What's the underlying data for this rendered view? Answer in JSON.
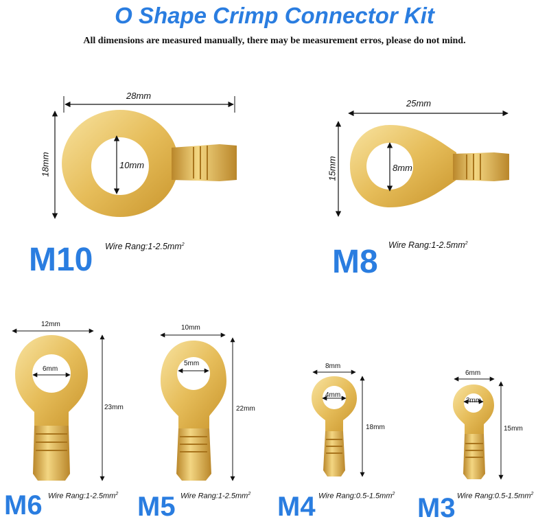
{
  "title": "O Shape Crimp Connector Kit",
  "note": "All dimensions are measured manually, there may be measurement erros, please do not mind.",
  "colors": {
    "title": "#2a7de0",
    "metal_light": "#f6d98a",
    "metal_mid": "#e0b24a",
    "metal_dark": "#a8741c"
  },
  "connectors": [
    {
      "size": "M10",
      "wire": "Wire Rang:1-2.5mm",
      "sup": "2",
      "length": "28mm",
      "width": "18mm",
      "hole": "10mm"
    },
    {
      "size": "M8",
      "wire": "Wire Rang:1-2.5mm",
      "sup": "2",
      "length": "25mm",
      "width": "15mm",
      "hole": "8mm"
    },
    {
      "size": "M6",
      "wire": "Wire Rang:1-2.5mm",
      "sup": "2",
      "width": "12mm",
      "length": "23mm",
      "hole": "6mm"
    },
    {
      "size": "M5",
      "wire": "Wire Rang:1-2.5mm",
      "sup": "2",
      "width": "10mm",
      "length": "22mm",
      "hole": "5mm"
    },
    {
      "size": "M4",
      "wire": "Wire Rang:0.5-1.5mm",
      "sup": "2",
      "width": "8mm",
      "length": "18mm",
      "hole": "4mm"
    },
    {
      "size": "M3",
      "wire": "Wire Rang:0.5-1.5mm",
      "sup": "2",
      "width": "6mm",
      "length": "15mm",
      "hole": "3mm"
    }
  ]
}
